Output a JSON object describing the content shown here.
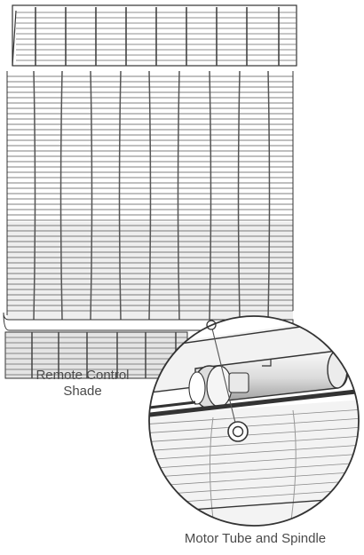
{
  "labels": {
    "shade_line1": "Remote Control",
    "shade_line2": "Shade",
    "motor": "Motor Tube and Spindle"
  },
  "colors": {
    "slat_line": "#555555",
    "cord": "#555555",
    "band_fill": "#e4e4e4",
    "lens_outline": "#333333",
    "tube_dark": "#333333"
  }
}
